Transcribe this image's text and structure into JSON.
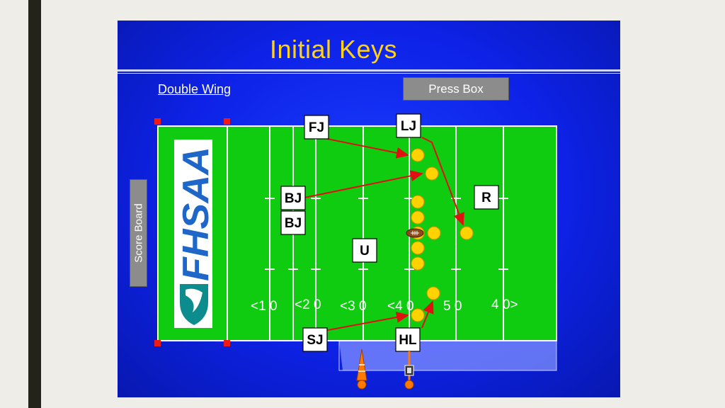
{
  "slide": {
    "title": "Initial Keys",
    "formation_words": [
      "Double",
      "Wing"
    ],
    "press_box_label": "Press Box",
    "scoreboard_label": "Score Board",
    "logo_text": "FHSAA"
  },
  "yard_lines": [
    "<1 0",
    "<2 0",
    "<3 0",
    "<4 0",
    "5 0",
    "4 0>"
  ],
  "officials": [
    {
      "label": "FJ",
      "name": "official-fj"
    },
    {
      "label": "LJ",
      "name": "official-lj"
    },
    {
      "label": "BJ",
      "name": "official-bj-1"
    },
    {
      "label": "BJ",
      "name": "official-bj-2"
    },
    {
      "label": "R",
      "name": "official-r"
    },
    {
      "label": "U",
      "name": "official-u"
    },
    {
      "label": "SJ",
      "name": "official-sj"
    },
    {
      "label": "HL",
      "name": "official-hl"
    }
  ],
  "colors": {
    "field": "#10cc10",
    "slide_bg": "#0d22e6",
    "title": "#ffd21a",
    "player": "#ffd200",
    "key_arrow": "#e01010",
    "pylon": "#ff7a00"
  },
  "icons": [
    "football-icon",
    "yard-marker-icon",
    "down-box-icon",
    "pylon-icon"
  ]
}
